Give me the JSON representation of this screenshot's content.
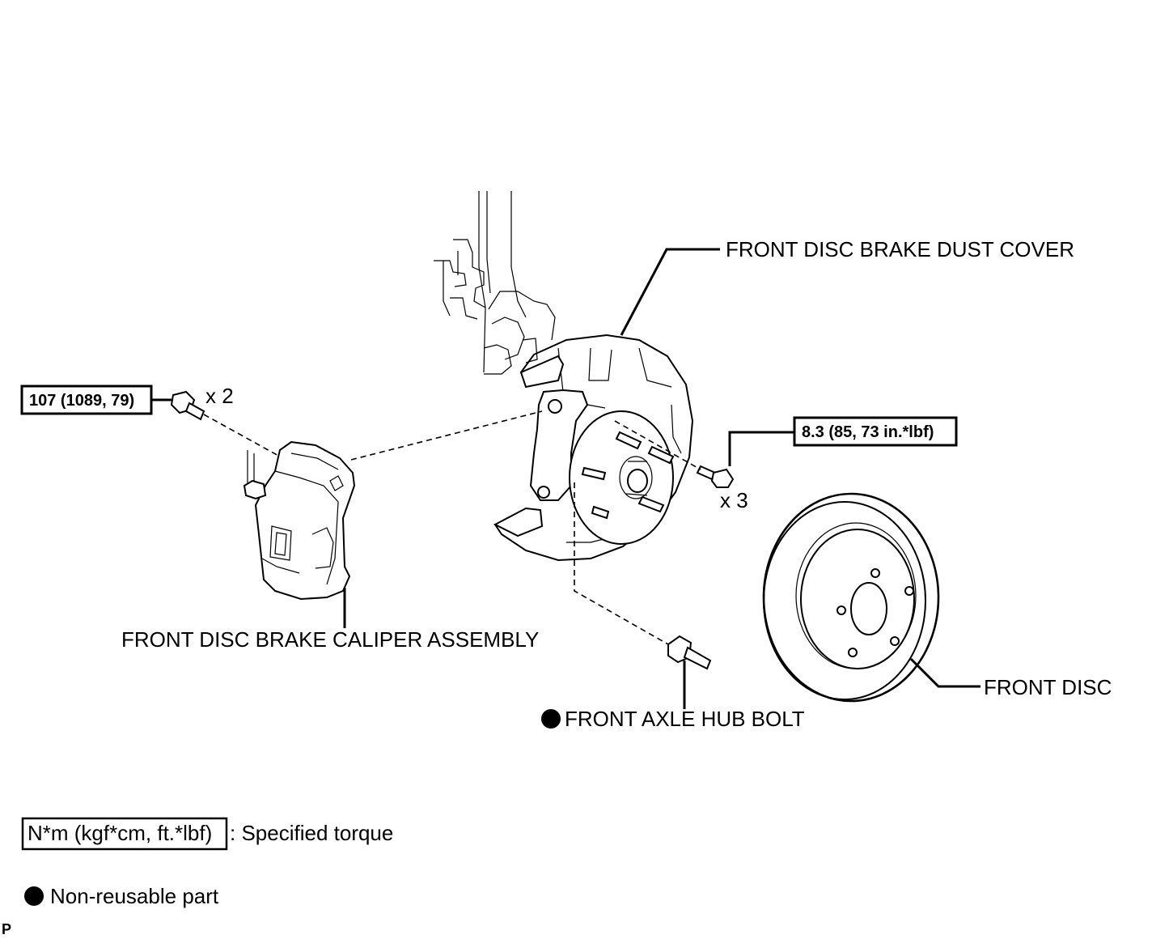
{
  "labels": {
    "dust_cover": "FRONT DISC BRAKE DUST COVER",
    "caliper": "FRONT DISC BRAKE CALIPER ASSEMBLY",
    "hub_bolt": "FRONT AXLE HUB BOLT",
    "front_disc": "FRONT DISC"
  },
  "torques": {
    "caliper_bolt": "107 (1089, 79)",
    "dust_cover_bolt": "8.3 (85, 73 in.*lbf)"
  },
  "quantities": {
    "caliper_bolt": "x 2",
    "dust_cover_bolt": "x 3"
  },
  "legend": {
    "torque_box": "N*m (kgf*cm, ft.*lbf)",
    "torque_text": ": Specified torque",
    "nonreusable_text": "Non-reusable part"
  },
  "corner_mark": "P"
}
